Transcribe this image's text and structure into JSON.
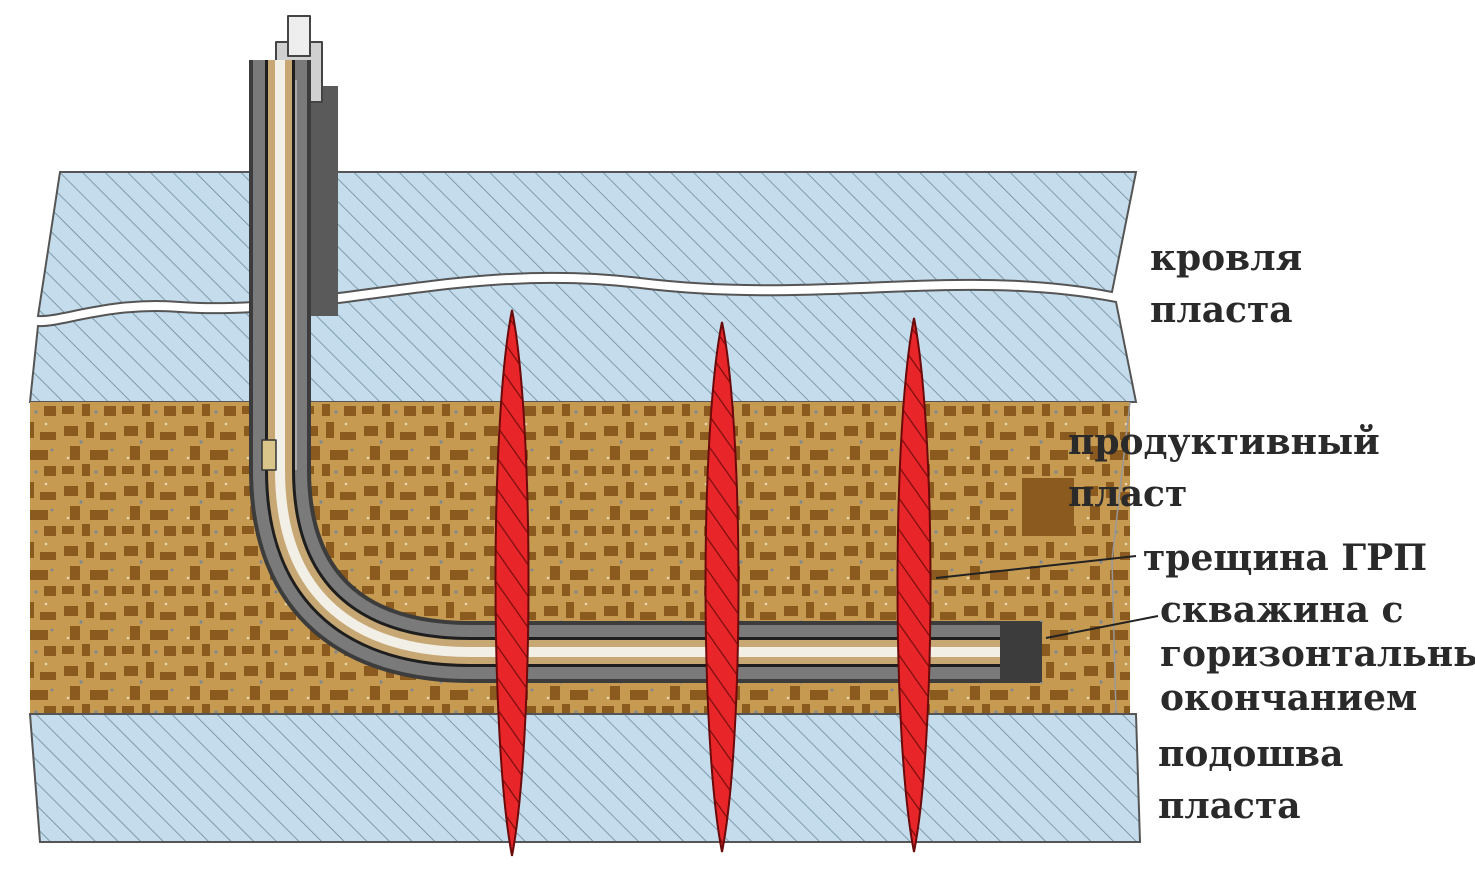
{
  "labels": {
    "roof": {
      "line1": "кровля",
      "line2": "пласта"
    },
    "productive": {
      "line1": "продуктивный",
      "line2": "пласт"
    },
    "fracture": {
      "text": "трещина ГРП"
    },
    "well": {
      "line1": "скважина с",
      "line2": "горизонтальным",
      "line3": "окончанием"
    },
    "floor": {
      "line1": "подошва",
      "line2": "пласта"
    }
  },
  "fractures_count": 3,
  "colors": {
    "cap_rock": "#c4dcec",
    "cap_hatch": "#6f8c9c",
    "productive_base": "#c79a52",
    "productive_dark": "#8a5a1e",
    "fracture": "#e8262a",
    "fracture_stripe": "#7a0e0e",
    "casing": "#5a5a5a",
    "tubing": "#e8e8e8"
  }
}
